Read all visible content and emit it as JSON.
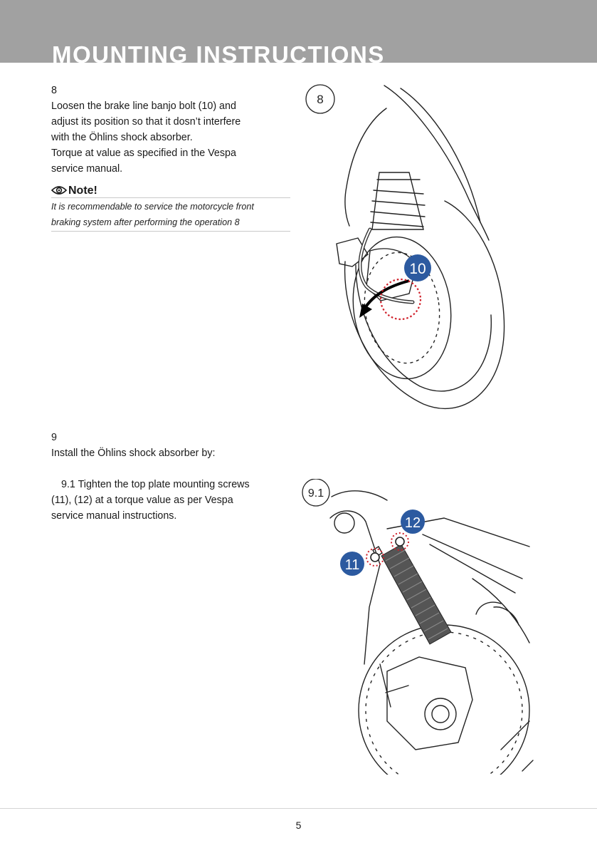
{
  "header": {
    "title": "MOUNTING INSTRUCTIONS"
  },
  "step8": {
    "number": "8",
    "lines": [
      "Loosen the brake line banjo bolt (10) and",
      "adjust its position so that it dosn’t interfere",
      "with the Öhlins shock absorber.",
      "Torque at value as specified in the Vespa",
      "service manual."
    ]
  },
  "note": {
    "title": "Note!",
    "lines": [
      "It is recommendable to service the motorcycle front",
      "braking system after performing the operation 8"
    ]
  },
  "figure8": {
    "label": "8",
    "callout": "10"
  },
  "step9": {
    "number": "9",
    "intro": "Install the Öhlins shock absorber by:",
    "substep_lines": [
      "9.1 Tighten the top plate mounting screws",
      "(11), (12) at a torque value as per Vespa",
      "service manual instructions."
    ]
  },
  "figure91": {
    "label": "9.1",
    "callout_a": "12",
    "callout_b": "11"
  },
  "footer": {
    "page_number": "5"
  },
  "colors": {
    "header_bg": "#a1a1a1",
    "callout_blue": "#2c5aa0",
    "highlight_red": "#d0202a"
  }
}
